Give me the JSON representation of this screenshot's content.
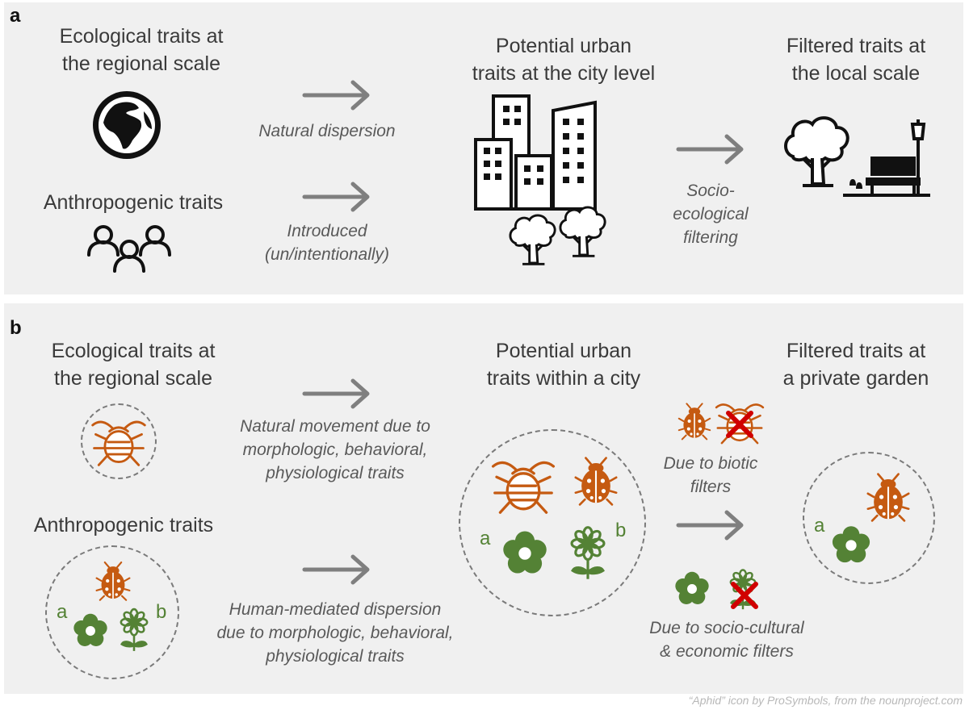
{
  "panel_a": {
    "letter": "a",
    "regional_title": "Ecological traits at\nthe regional scale",
    "anthro_title": "Anthropogenic traits",
    "city_title": "Potential urban\ntraits at the city level",
    "local_title": "Filtered traits at\nthe local scale",
    "natural_dispersion": "Natural dispersion",
    "introduced": "Introduced\n(un/intentionally)",
    "filtering": "Socio-\necological\nfiltering"
  },
  "panel_b": {
    "letter": "b",
    "regional_title": "Ecological traits at\nthe regional scale",
    "anthro_title": "Anthropogenic traits",
    "city_title": "Potential urban\ntraits within a city",
    "garden_title": "Filtered traits at\na private garden",
    "natural_movement": "Natural movement due to\nmorphologic, behavioral,\nphysiological traits",
    "human_mediated": "Human-mediated dispersion\ndue to morphologic, behavioral,\nphysiological traits",
    "biotic": "Due to biotic\nfilters",
    "socio_cultural": "Due to socio-cultural\n& economic filters",
    "label_a": "a",
    "label_b": "b"
  },
  "credit": "“Aphid” icon by ProSymbols, from the nounproject.com",
  "colors": {
    "orange": "#c55a11",
    "green": "#548235",
    "red": "#d00000",
    "arrow": "#7f7f7f",
    "panel": "#f0f0f0"
  },
  "icons": [
    "globe-icon",
    "people-icon",
    "city-buildings-icon",
    "tree-icon",
    "park-bench-icon",
    "street-lamp-icon",
    "aphid-icon",
    "ladybug-icon",
    "flower-icon",
    "daisy-icon",
    "cross-icon",
    "arrow-icon"
  ]
}
